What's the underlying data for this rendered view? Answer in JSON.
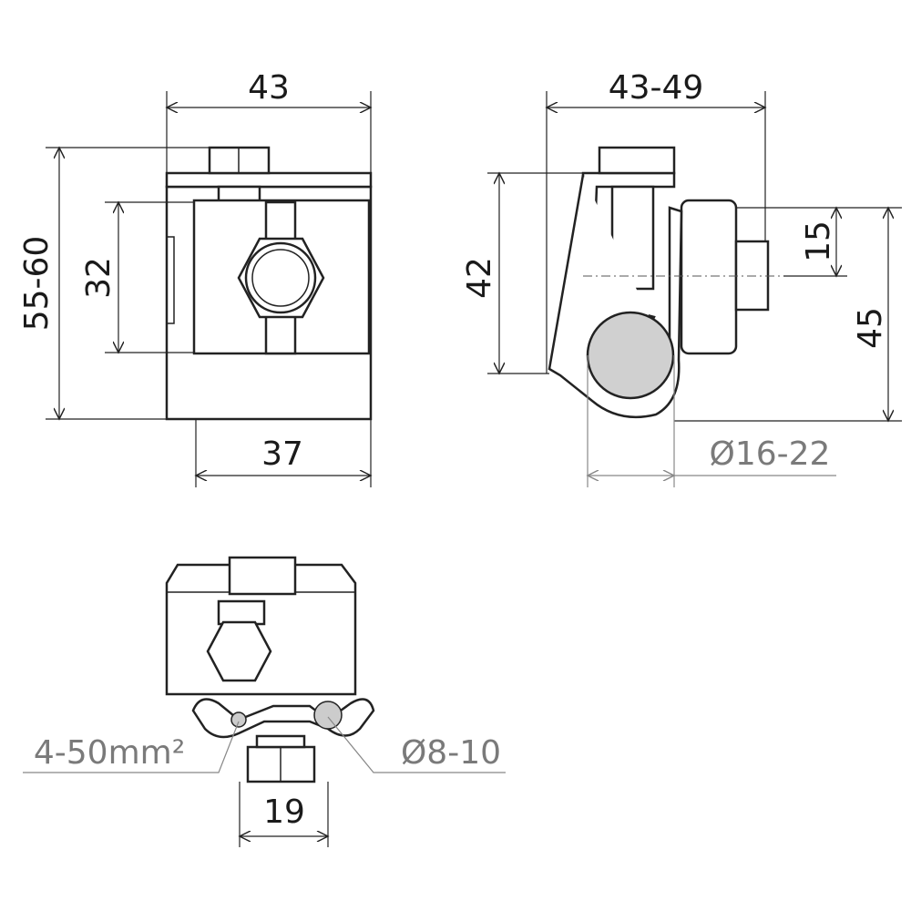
{
  "drawing": {
    "front_view": {
      "width_top": "43",
      "height_range": "55-60",
      "inner_height": "32",
      "width_bottom": "37"
    },
    "side_view": {
      "width_range": "43-49",
      "height_left": "42",
      "offset": "15",
      "height_right": "45",
      "pipe_diameter": "Ø16-22"
    },
    "bottom_view": {
      "conductor_cross_section": "4-50mm²",
      "round_conductor_diameter": "Ø8-10",
      "width": "19"
    }
  }
}
